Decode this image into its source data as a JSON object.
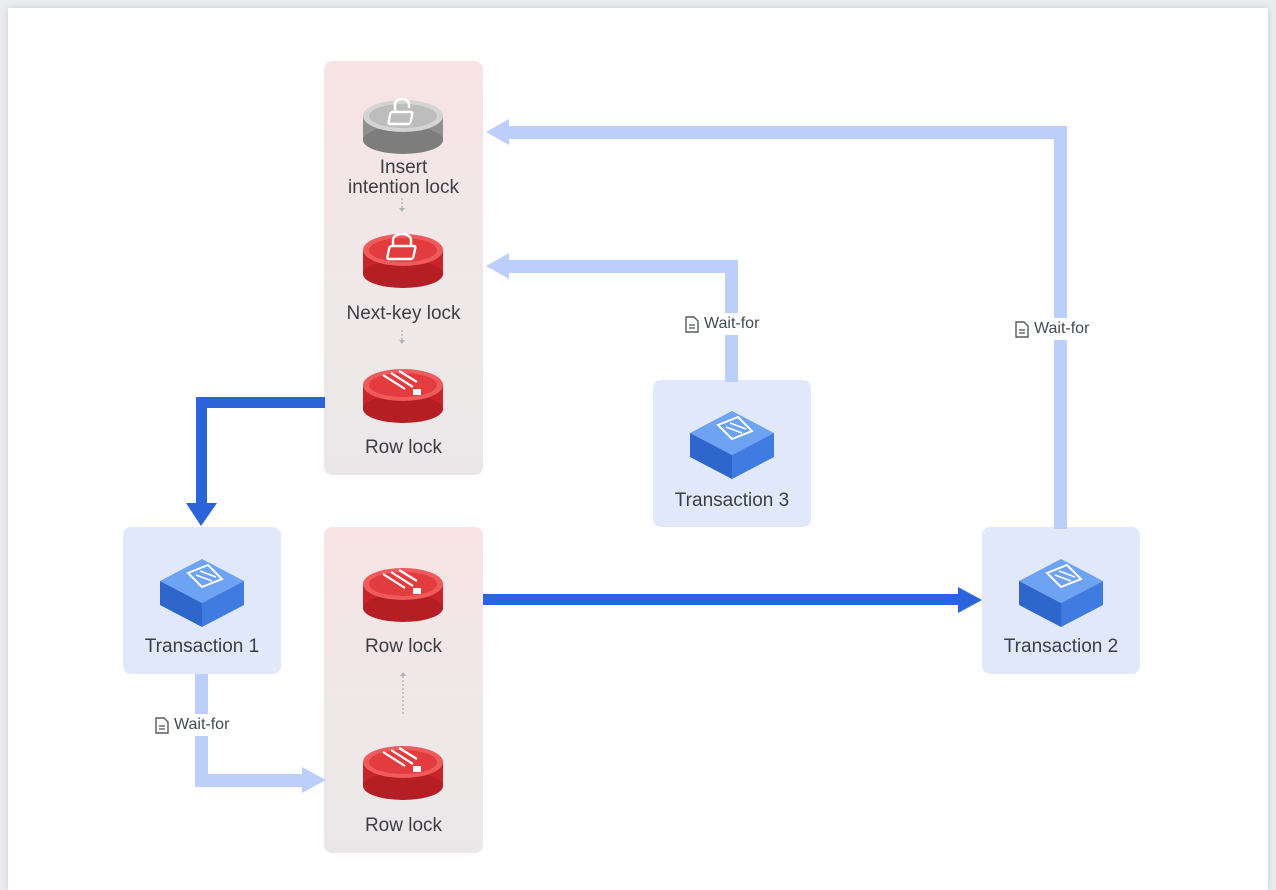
{
  "colors": {
    "strong_arrow": "#2a63da",
    "wait_arrow": "#bccff8",
    "lock_panel": "#f5e1e2",
    "transaction_box": "#e1e8f9",
    "red_lock": "#e5393b",
    "grey_lock": "#9b9b9b",
    "transaction_cube": "#3f7be0"
  },
  "top_panel": {
    "insert_intention_lock": {
      "label": "Insert\nintention lock",
      "icon": "open-padlock-icon"
    },
    "next_key_lock": {
      "label": "Next-key lock",
      "icon": "padlock-icon"
    },
    "row_lock": {
      "label": "Row lock",
      "icon": "row-lock-icon"
    }
  },
  "bottom_panel": {
    "row_lock_top": {
      "label": "Row lock",
      "icon": "row-lock-icon"
    },
    "row_lock_bottom": {
      "label": "Row lock",
      "icon": "row-lock-icon"
    }
  },
  "transactions": {
    "t1": {
      "label": "Transaction 1",
      "icon": "transaction-cube-icon"
    },
    "t2": {
      "label": "Transaction 2",
      "icon": "transaction-cube-icon"
    },
    "t3": {
      "label": "Transaction 3",
      "icon": "transaction-cube-icon"
    }
  },
  "edges": {
    "t3_wait": {
      "label": "Wait-for",
      "icon": "document-icon"
    },
    "t2_wait": {
      "label": "Wait-for",
      "icon": "document-icon"
    },
    "t1_wait": {
      "label": "Wait-for",
      "icon": "document-icon"
    }
  }
}
